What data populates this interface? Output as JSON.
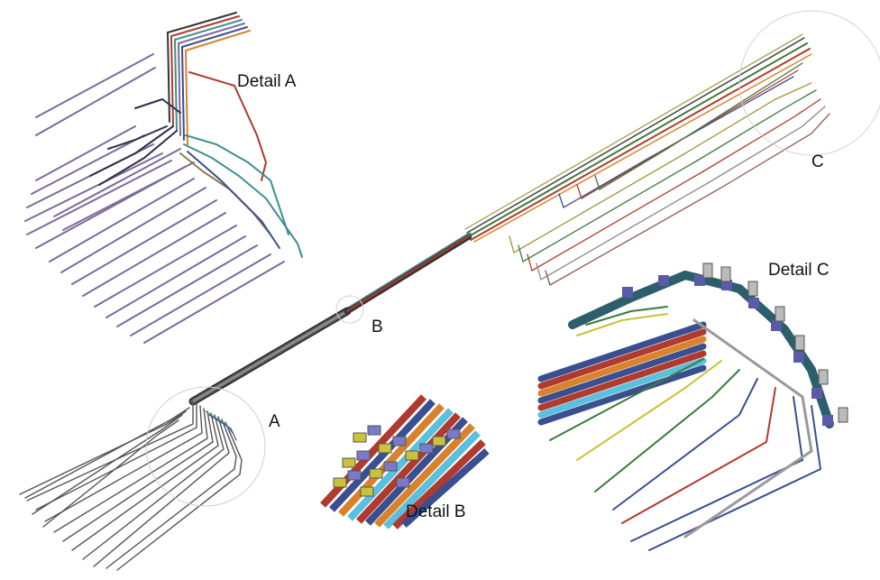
{
  "labels": {
    "detail_a": "Detail A",
    "detail_b": "Detail B",
    "detail_c": "Detail C",
    "a": "A",
    "b": "B",
    "c": "C"
  },
  "colors": {
    "purple": "#7d6a9c",
    "dark": "#3a3a3a",
    "red": "#b03a2e",
    "teal": "#3f8f8f",
    "green": "#3c7a3c",
    "olive": "#9a9a3a",
    "blue": "#3a4f8f",
    "orange": "#d9822b",
    "grey": "#8a8a8a",
    "fitting": "#2c5f6b",
    "connector": "#5a5aa8"
  }
}
